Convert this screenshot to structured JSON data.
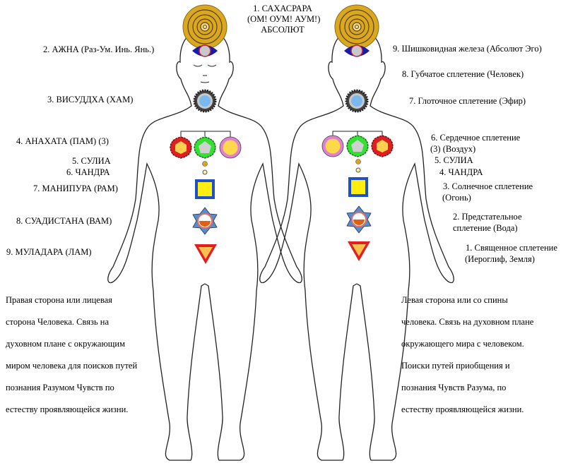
{
  "title_center": [
    "1. САХАСРАРА",
    "(ОМ! ОУМ! АУМ!)",
    "АБСОЛЮТ"
  ],
  "left_labels": [
    "2. АЖНА (Раз-Ум. Инь. Янь.)",
    "3. ВИСУДДХА (ХАМ)",
    "4. АНАХАТА (ПАМ) (3)",
    "5. СУЛИА",
    "6. ЧАНДРА",
    "7. МАНИПУРА (РАМ)",
    "8. СУАДИСТАНА (ВАМ)",
    "9. МУЛАДАРА (ЛАМ)"
  ],
  "right_labels": [
    "9. Шишковидная железа (Абсолют Эго)",
    "8. Губчатое сплетение (Человек)",
    "7. Глоточное сплетение (Эфир)",
    "6. Сердечное сплетение",
    "(3) (Воздух)",
    "5. СУЛИА",
    "4. ЧАНДРА",
    "3. Солнечное сплетение",
    "(Огонь)",
    "2. Предстательное",
    "сплетение  (Вода)",
    "1. Священное сплетение",
    "(Иероглиф, Земля)"
  ],
  "left_description": [
    "Правая сторона или лицевая",
    "сторона Человека. Связь на",
    "духовном плане с окружающим",
    "миром человека для поисков путей",
    "познания Разумом Чувств по",
    "естеству проявляющейся жизни."
  ],
  "right_description": [
    "Левая сторона или со спины",
    "человека. Связь на духовном плане",
    "окружающего мира с человеком.",
    "Поиски путей приобщения и",
    "познания Чувств Разума, по",
    "естеству проявляющейся жизни."
  ],
  "colors": {
    "gold": "#d9a820",
    "eye_blue": "#1a1aa8",
    "throat_blue": "#7ab8f0",
    "red": "#e02020",
    "green": "#33e033",
    "pink": "#e080d0",
    "yellow": "#ffd94a",
    "square_blue": "#1e50c8",
    "orange": "#e06010"
  }
}
